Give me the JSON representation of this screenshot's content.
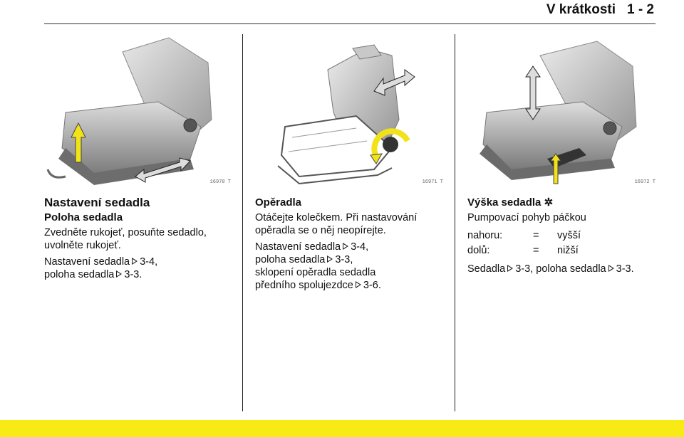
{
  "header": {
    "title": "V krátkosti",
    "page": "1 - 2"
  },
  "figures": [
    {
      "code": "16970 T",
      "icon": "seat-position-illustration"
    },
    {
      "code": "16971 T",
      "icon": "seat-backrest-illustration"
    },
    {
      "code": "16972 T",
      "icon": "seat-height-illustration"
    }
  ],
  "col1": {
    "heading": "Nastavení sedadla",
    "subheading": "Poloha sedadla",
    "para1": "Zvedněte rukojeť, posuňte sedadlo, uvolněte rukojeť.",
    "ref1_text": "Nastavení sedadla",
    "ref1_page": "3-4,",
    "ref2_text": "poloha sedadla",
    "ref2_page": "3-3."
  },
  "col2": {
    "heading": "Opěradla",
    "para1": "Otáčejte kolečkem. Při nastavování opěradla se o něj neopírejte.",
    "ref1_text": "Nastavení sedadla",
    "ref1_page": "3-4,",
    "ref2_text": "poloha sedadla",
    "ref2_page": "3-3,",
    "line3": "sklopení opěradla sedadla",
    "ref3_text": "předního spolujezdce",
    "ref3_page": "3-6."
  },
  "col3": {
    "heading": "Výška sedadla",
    "heading_symbol": "✲",
    "para1": "Pumpovací pohyb páčkou",
    "rows": [
      {
        "label": "nahoru:",
        "eq": "=",
        "value": "vyšší"
      },
      {
        "label": "dolů:",
        "eq": "=",
        "value": "nižší"
      }
    ],
    "ref1_text": "Sedadla",
    "ref1_page": "3-3,",
    "ref2_text": "poloha sedadla",
    "ref2_page": "3-3."
  },
  "colors": {
    "accent": "#f7ea15",
    "arrow_yellow": "#f2e21a"
  }
}
